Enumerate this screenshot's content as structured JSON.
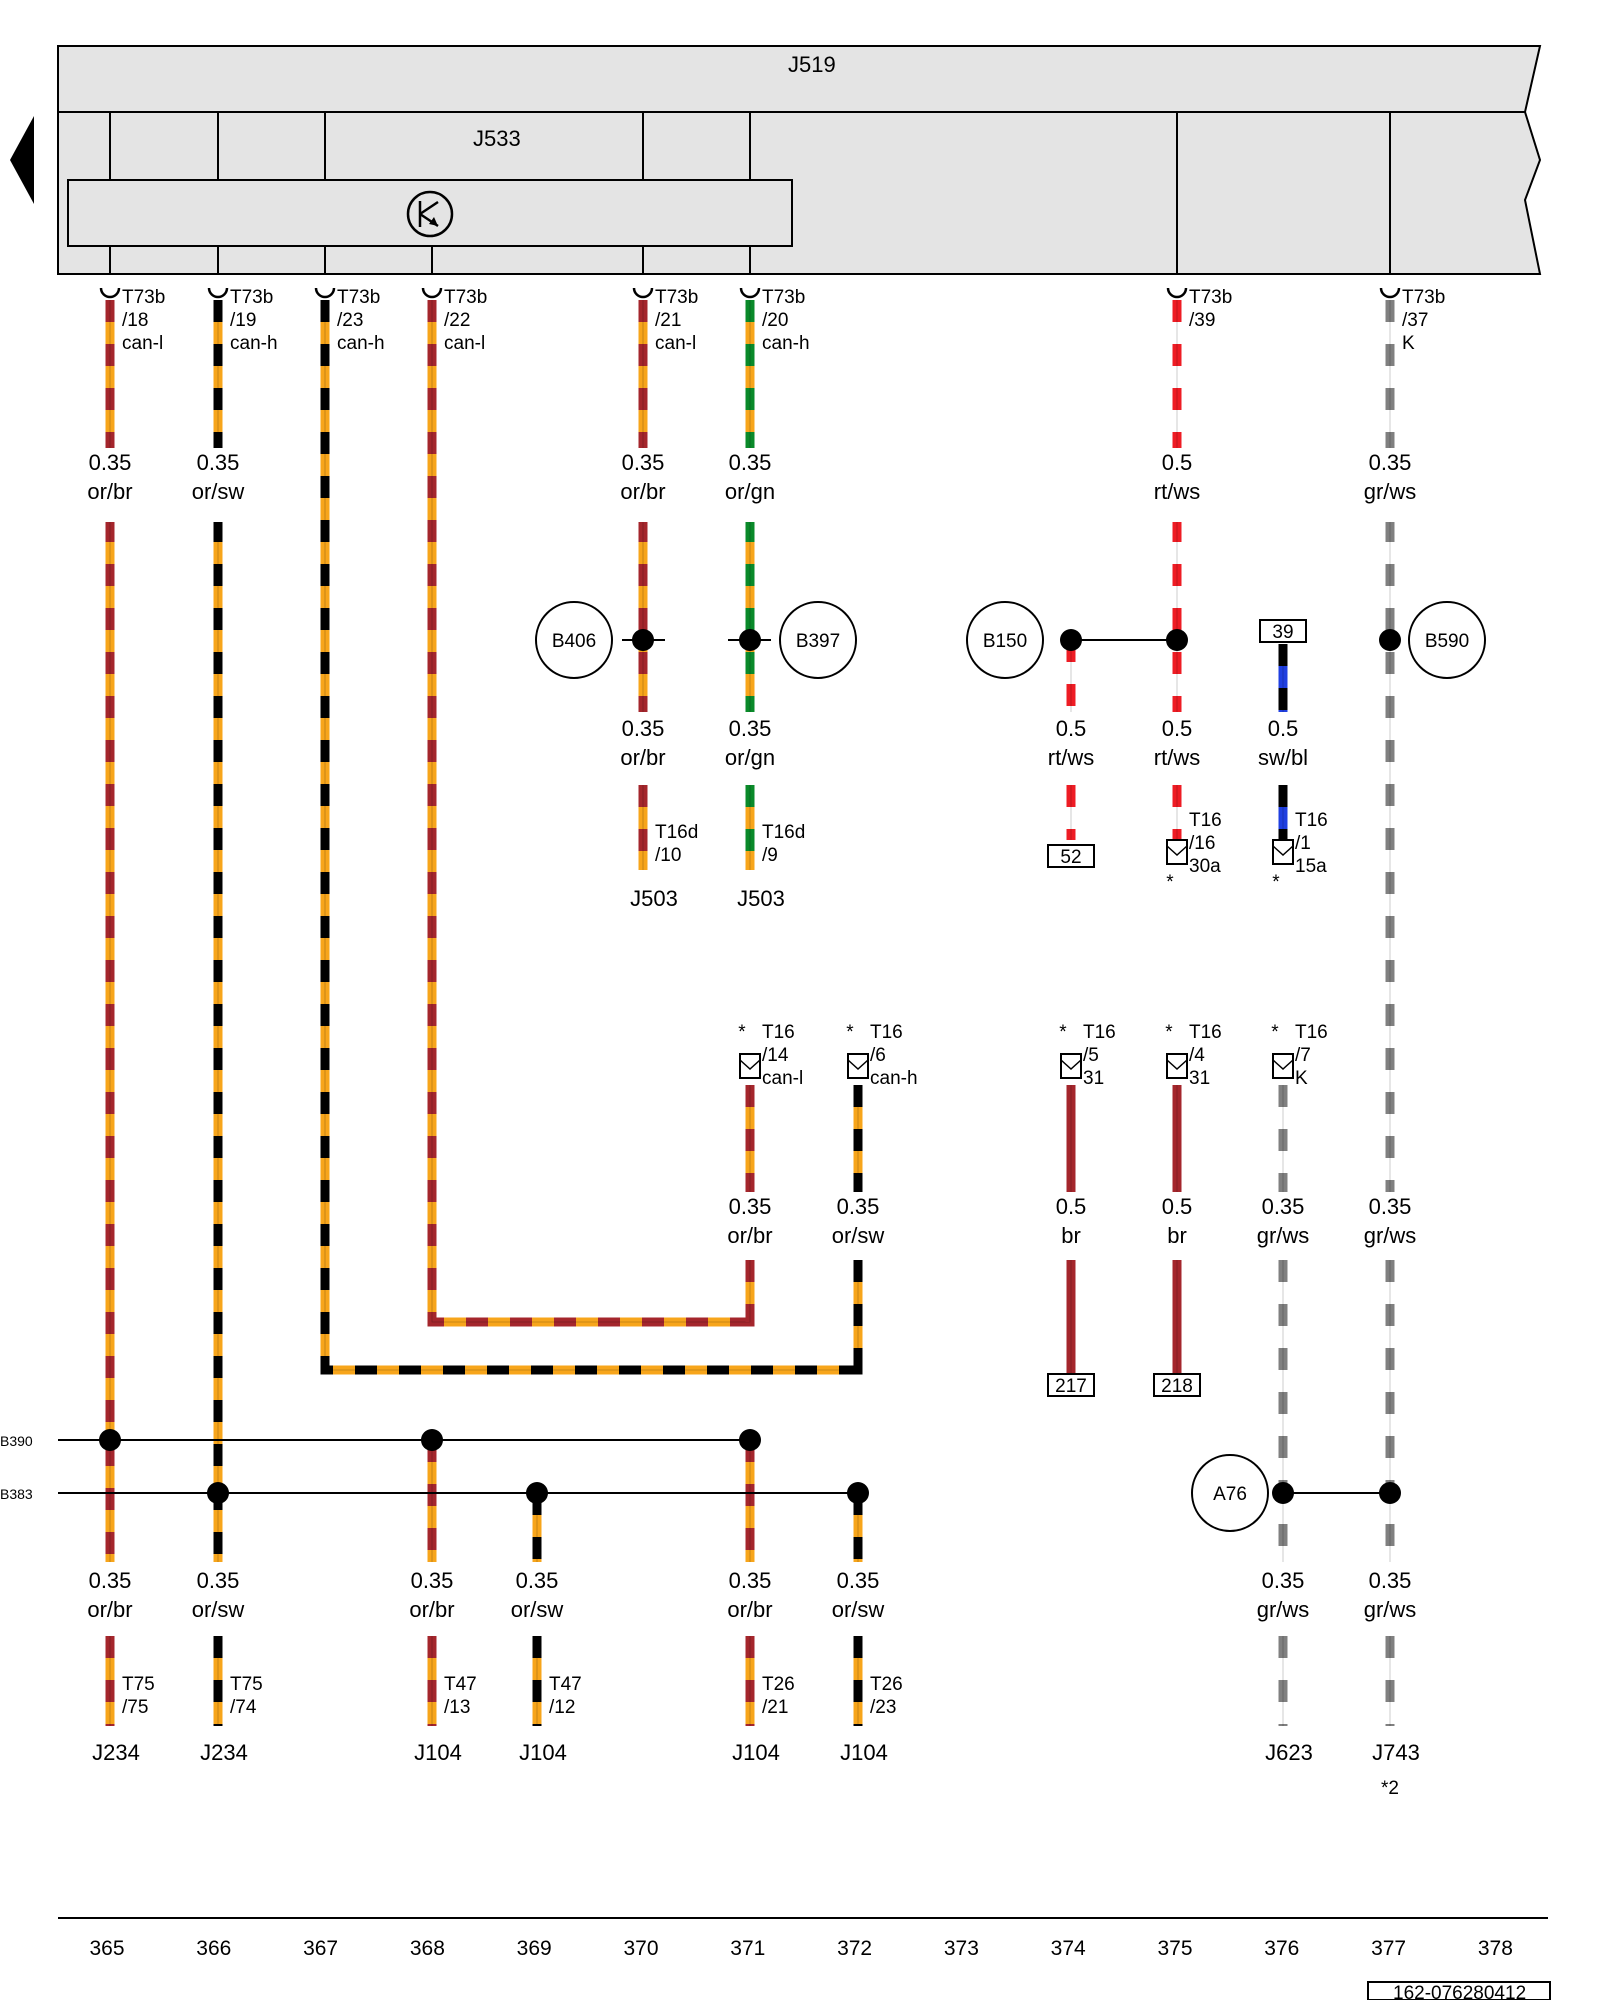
{
  "controller_outer": "J519",
  "controller_inner": "J533",
  "connectors": [
    {
      "id": "c18",
      "pin": "/18",
      "name": "T73b",
      "signal": "can-l"
    },
    {
      "id": "c19",
      "pin": "/19",
      "name": "T73b",
      "signal": "can-h"
    },
    {
      "id": "c23",
      "pin": "/23",
      "name": "T73b",
      "signal": "can-h"
    },
    {
      "id": "c22",
      "pin": "/22",
      "name": "T73b",
      "signal": "can-l"
    },
    {
      "id": "c21",
      "pin": "/21",
      "name": "T73b",
      "signal": "can-l"
    },
    {
      "id": "c20",
      "pin": "/20",
      "name": "T73b",
      "signal": "can-h"
    },
    {
      "id": "c39",
      "pin": "/39",
      "name": "T73b",
      "signal": ""
    },
    {
      "id": "c37",
      "pin": "/37",
      "name": "T73b",
      "signal": "K"
    }
  ],
  "wire_labels": [
    {
      "id": "w1",
      "size": "0.35",
      "color": "or/br"
    },
    {
      "id": "w2",
      "size": "0.35",
      "color": "or/sw"
    },
    {
      "id": "w3",
      "size": "0.35",
      "color": "or/br"
    },
    {
      "id": "w4",
      "size": "0.35",
      "color": "or/gn"
    },
    {
      "id": "w5",
      "size": "0.5",
      "color": "rt/ws"
    },
    {
      "id": "w6",
      "size": "0.35",
      "color": "gr/ws"
    },
    {
      "id": "w7",
      "size": "0.35",
      "color": "or/br"
    },
    {
      "id": "w8",
      "size": "0.35",
      "color": "or/gn"
    },
    {
      "id": "w9",
      "size": "0.5",
      "color": "rt/ws"
    },
    {
      "id": "w10",
      "size": "0.5",
      "color": "rt/ws"
    },
    {
      "id": "w11",
      "size": "0.5",
      "color": "sw/bl"
    },
    {
      "id": "w12",
      "size": "0.35",
      "color": "or/br"
    },
    {
      "id": "w13",
      "size": "0.35",
      "color": "or/sw"
    },
    {
      "id": "w14",
      "size": "0.5",
      "color": "br"
    },
    {
      "id": "w15",
      "size": "0.5",
      "color": "br"
    },
    {
      "id": "w16",
      "size": "0.35",
      "color": "gr/ws"
    },
    {
      "id": "w17",
      "size": "0.35",
      "color": "gr/ws"
    },
    {
      "id": "w18",
      "size": "0.35",
      "color": "or/br"
    },
    {
      "id": "w19",
      "size": "0.35",
      "color": "or/sw"
    },
    {
      "id": "w20",
      "size": "0.35",
      "color": "or/br"
    },
    {
      "id": "w21",
      "size": "0.35",
      "color": "or/sw"
    },
    {
      "id": "w22",
      "size": "0.35",
      "color": "or/br"
    },
    {
      "id": "w23",
      "size": "0.35",
      "color": "or/sw"
    },
    {
      "id": "w24",
      "size": "0.35",
      "color": "gr/ws"
    },
    {
      "id": "w25",
      "size": "0.35",
      "color": "gr/ws"
    }
  ],
  "splices": {
    "b406": "B406",
    "b397": "B397",
    "b150": "B150",
    "b590": "B590",
    "a76": "A76",
    "b390": "B390",
    "b383": "B383"
  },
  "mid_connectors": [
    {
      "id": "m1",
      "name": "T16d",
      "pin": "/10",
      "extra": ""
    },
    {
      "id": "m2",
      "name": "T16d",
      "pin": "/9",
      "extra": ""
    },
    {
      "id": "m3",
      "name": "T16",
      "pin": "/16",
      "extra": "30a"
    },
    {
      "id": "m4",
      "name": "T16",
      "pin": "/1",
      "extra": "15a"
    },
    {
      "id": "m5",
      "name": "T16",
      "pin": "/14",
      "extra": "can-l"
    },
    {
      "id": "m6",
      "name": "T16",
      "pin": "/6",
      "extra": "can-h"
    },
    {
      "id": "m7",
      "name": "T16",
      "pin": "/5",
      "extra": "31"
    },
    {
      "id": "m8",
      "name": "T16",
      "pin": "/4",
      "extra": "31"
    },
    {
      "id": "m9",
      "name": "T16",
      "pin": "/7",
      "extra": "K"
    }
  ],
  "terminal_boxes": {
    "t39": "39",
    "t52": "52",
    "t217": "217",
    "t218": "218"
  },
  "mid_components": {
    "j503a": "J503",
    "j503b": "J503"
  },
  "bottom_connectors": [
    {
      "id": "b1",
      "name": "T75",
      "pin": "/75",
      "component": "J234"
    },
    {
      "id": "b2",
      "name": "T75",
      "pin": "/74",
      "component": "J234"
    },
    {
      "id": "b3",
      "name": "T47",
      "pin": "/13",
      "component": "J104"
    },
    {
      "id": "b4",
      "name": "T47",
      "pin": "/12",
      "component": "J104"
    },
    {
      "id": "b5",
      "name": "T26",
      "pin": "/21",
      "component": "J104"
    },
    {
      "id": "b6",
      "name": "T26",
      "pin": "/23",
      "component": "J104"
    },
    {
      "id": "b7",
      "name": "",
      "pin": "",
      "component": "J623"
    },
    {
      "id": "b8",
      "name": "",
      "pin": "",
      "component": "J743"
    }
  ],
  "asterisk": "*",
  "footnote": "*2",
  "columns": [
    "365",
    "366",
    "367",
    "368",
    "369",
    "370",
    "371",
    "372",
    "373",
    "374",
    "375",
    "376",
    "377",
    "378"
  ],
  "drawing_id": "162-076280412",
  "colors": {
    "or": "#f7a51b",
    "br": "#a4262c",
    "sw": "#000000",
    "gn": "#0a8a2a",
    "rt": "#ee1c24",
    "ws": "#ffffff",
    "gr": "#808080",
    "bl": "#1f3fe0",
    "panel": "#e4e4e4"
  }
}
